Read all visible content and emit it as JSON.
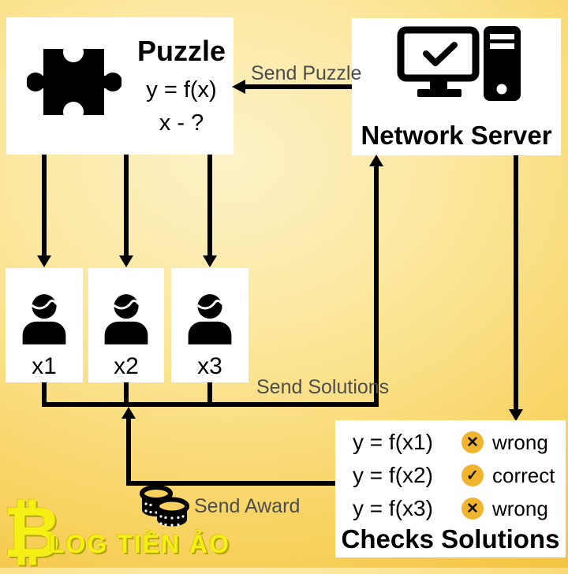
{
  "colors": {
    "background_center": "#fdf2c8",
    "background_edge": "#f4c23e",
    "box_white": "#ffffff",
    "line_black": "#000000",
    "flow_label_gray": "#4d4d4d",
    "badge_gold": "#f0b42e",
    "logo_yellow": "#f6ef15"
  },
  "puzzle_box": {
    "title": "Puzzle",
    "formula": "y = f(x)",
    "question": "x - ?"
  },
  "server_box": {
    "title": "Network Server"
  },
  "miners": [
    {
      "label": "x1"
    },
    {
      "label": "x2"
    },
    {
      "label": "x3"
    }
  ],
  "checks_box": {
    "title": "Checks Solutions",
    "rows": [
      {
        "formula": "y = f(x1)",
        "status": "wrong",
        "ok": false
      },
      {
        "formula": "y = f(x2)",
        "status": "correct",
        "ok": true
      },
      {
        "formula": "y = f(x3)",
        "status": "wrong",
        "ok": false
      }
    ]
  },
  "flow_labels": {
    "send_puzzle": "Send Puzzle",
    "send_solutions": "Send Solutions",
    "send_award": "Send Award"
  },
  "icons": {
    "puzzle_piece": "puzzle-piece-icon",
    "computer_check": "computer-with-checkmark-icon",
    "person": "person-icon",
    "coins": "coins-icon",
    "wrong_glyph": "✕",
    "correct_glyph": "✓"
  },
  "logo": {
    "symbol": "₿",
    "text": "LOG TIỀN ẢO"
  }
}
